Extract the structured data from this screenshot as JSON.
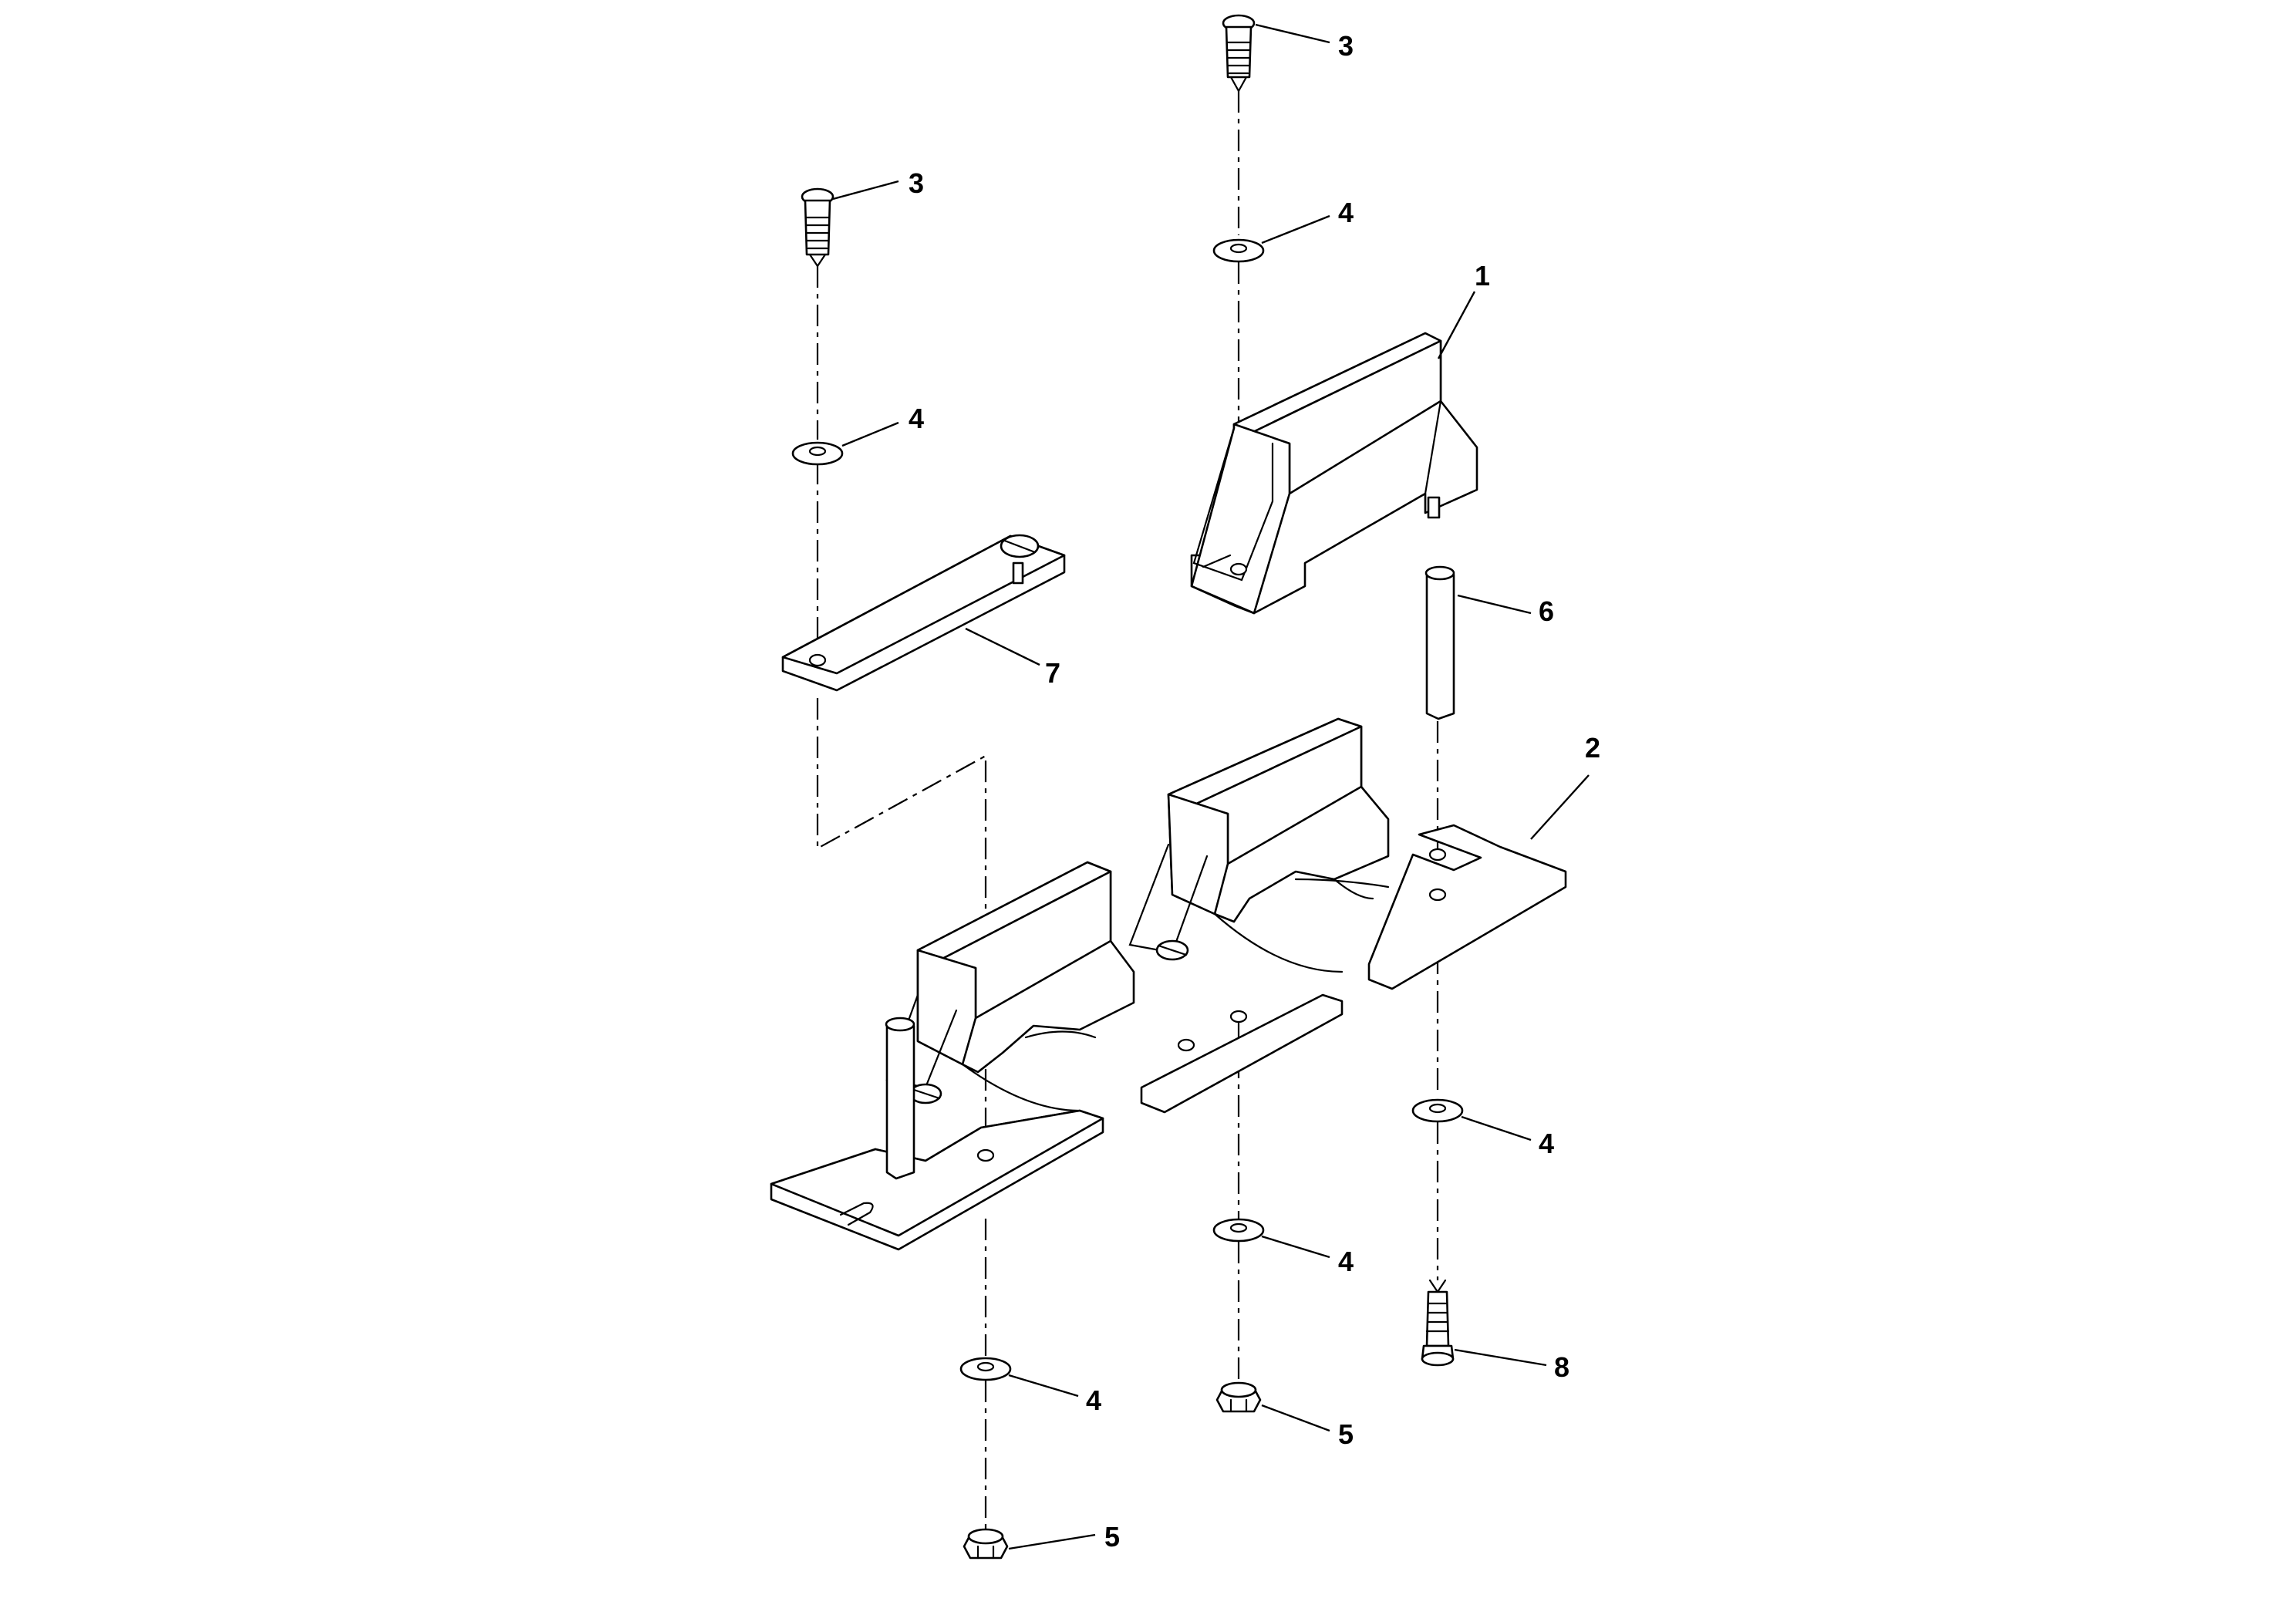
{
  "diagram": {
    "type": "exploded-parts-view",
    "callouts": [
      {
        "id": "c3-top",
        "label": "3"
      },
      {
        "id": "c3-left",
        "label": "3"
      },
      {
        "id": "c4-top",
        "label": "4"
      },
      {
        "id": "c4-left",
        "label": "4"
      },
      {
        "id": "c1",
        "label": "1"
      },
      {
        "id": "c6",
        "label": "6"
      },
      {
        "id": "c7",
        "label": "7"
      },
      {
        "id": "c2",
        "label": "2"
      },
      {
        "id": "c4-right",
        "label": "4"
      },
      {
        "id": "c4-mid",
        "label": "4"
      },
      {
        "id": "c8",
        "label": "8"
      },
      {
        "id": "c4-bottom",
        "label": "4"
      },
      {
        "id": "c5-mid",
        "label": "5"
      },
      {
        "id": "c5-bottom",
        "label": "5"
      }
    ]
  }
}
